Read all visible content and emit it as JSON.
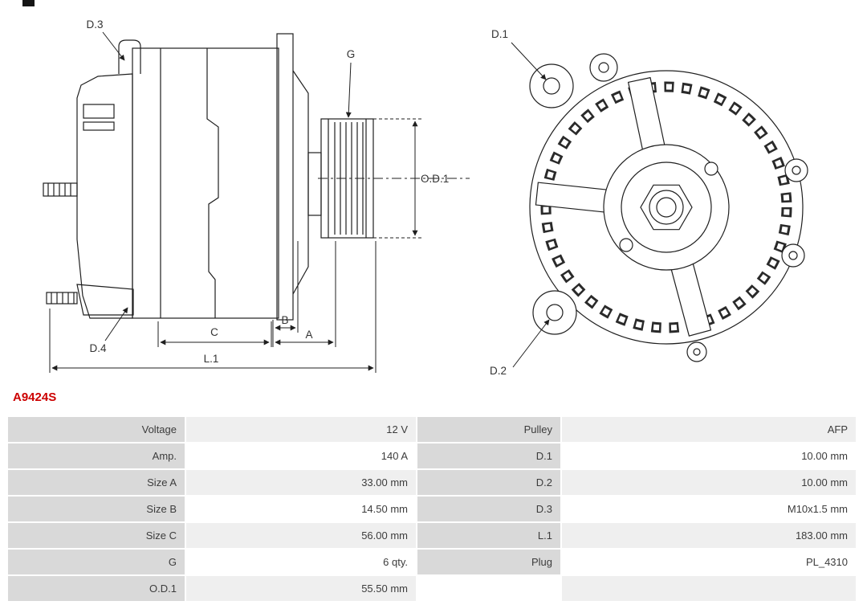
{
  "part_number": "A9424S",
  "colors": {
    "accent_red": "#cc0000",
    "table_label_bg": "#d9d9d9",
    "table_shade_bg": "#efefef",
    "drawing_line": "#1f1f1f"
  },
  "drawing": {
    "labels": {
      "d1": "D.1",
      "d2": "D.2",
      "d3": "D.3",
      "d4": "D.4",
      "g": "G",
      "od1": "O.D.1",
      "a": "A",
      "b": "B",
      "c": "C",
      "l1": "L.1"
    }
  },
  "table": {
    "rows": [
      {
        "l1": "Voltage",
        "v1": "12 V",
        "l2": "Pulley",
        "v2": "AFP"
      },
      {
        "l1": "Amp.",
        "v1": "140 A",
        "l2": "D.1",
        "v2": "10.00 mm"
      },
      {
        "l1": "Size A",
        "v1": "33.00 mm",
        "l2": "D.2",
        "v2": "10.00 mm"
      },
      {
        "l1": "Size B",
        "v1": "14.50 mm",
        "l2": "D.3",
        "v2": "M10x1.5 mm"
      },
      {
        "l1": "Size C",
        "v1": "56.00 mm",
        "l2": "L.1",
        "v2": "183.00 mm"
      },
      {
        "l1": "G",
        "v1": "6 qty.",
        "l2": "Plug",
        "v2": "PL_4310"
      },
      {
        "l1": "O.D.1",
        "v1": "55.50 mm",
        "l2": "",
        "v2": ""
      }
    ]
  }
}
